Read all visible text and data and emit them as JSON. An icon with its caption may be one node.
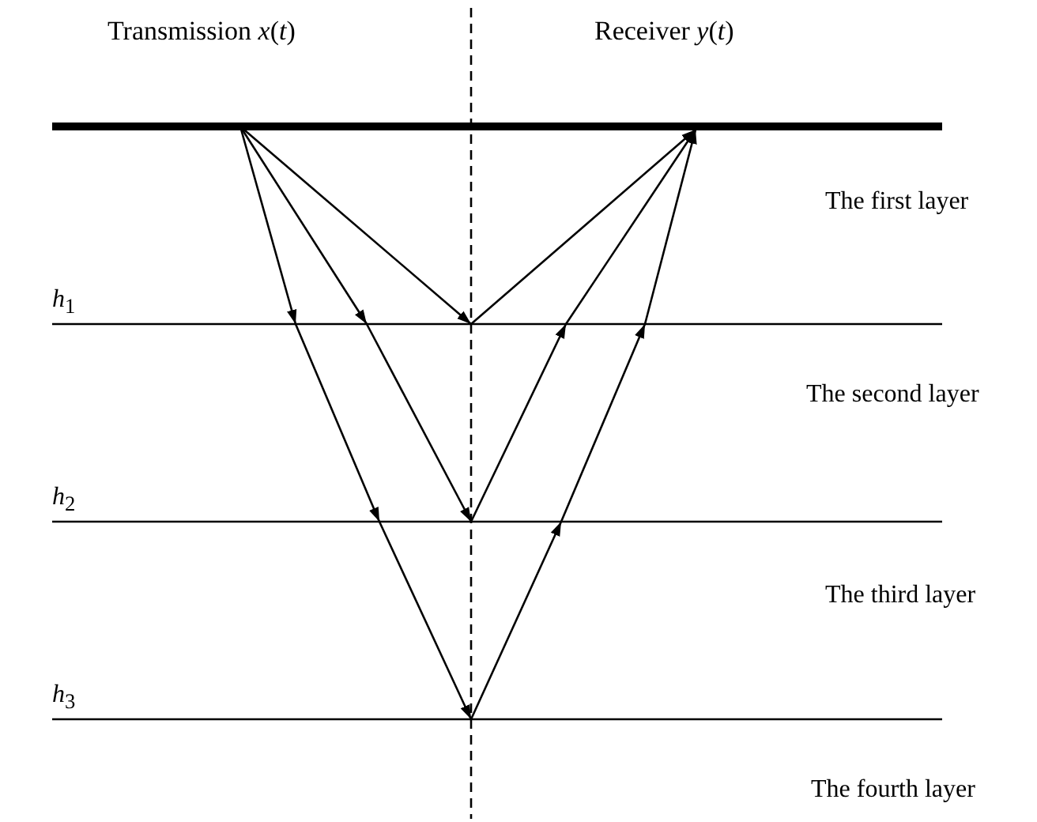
{
  "diagram": {
    "labels": [
      "Transmission *x*(*t*)",
      "Receiver *y*(*t*)",
      "The first layer",
      "*h*$_{1}$",
      "The second layer",
      "*h*$_{2}$",
      "The third layer",
      "*h*$_{3}$",
      "The fourth layer"
    ]
  }
}
